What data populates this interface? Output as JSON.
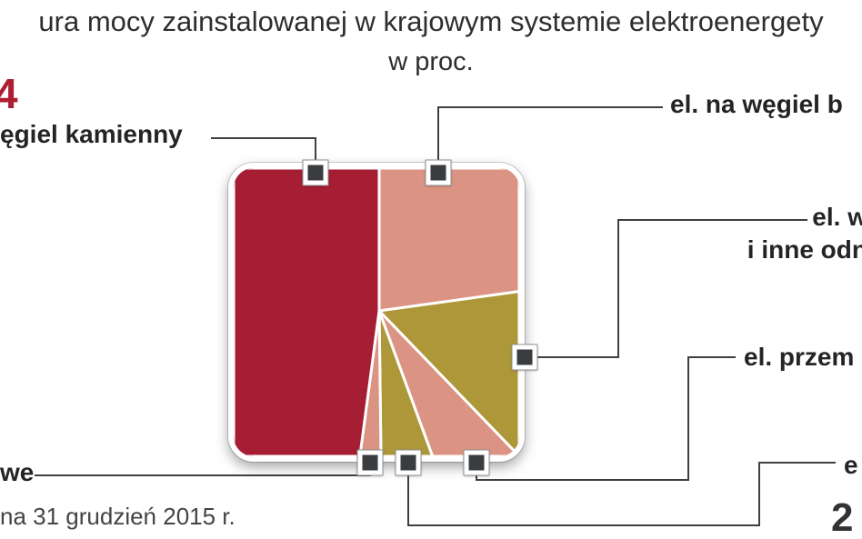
{
  "title": {
    "line1": "ura mocy zainstalowanej w krajowym systemie elektroenergety",
    "line2": "w proc."
  },
  "value_fragments": {
    "top_left_red": "4",
    "bottom_right": "2"
  },
  "labels": {
    "coal_hard": "ęgiel kamienny",
    "coal_brown": "el. na węgiel b",
    "wind_line1": "el. w",
    "wind_line2": "i inne odn",
    "industrial": "el. przem",
    "bottom_left": "we",
    "bottom_right": "e"
  },
  "footnote": "na 31 grudzień 2015 r.",
  "colors": {
    "red": "#a51e33",
    "salmon": "#db9483",
    "olive": "#ae9738",
    "value_red": "#ae1e33",
    "connector": "#3f3f3f",
    "marker": "#3a3d40"
  },
  "chart_data": {
    "type": "pie",
    "variant": "square-pie (slices radiate from center of rounded square, clockwise from 12 o'clock)",
    "title": "ura mocy zainstalowanej w krajowym systemie elektroenergety",
    "subtitle": "w proc.",
    "legend_position": "callout labels with elbow connectors and square markers on chart border",
    "segments": [
      {
        "label_visible": "el. na węgiel b",
        "estimated_pct": 22.8,
        "color": "#db9483"
      },
      {
        "label_visible": "el. w / i inne odn",
        "estimated_pct": 15.0,
        "color": "#ae9738"
      },
      {
        "label_visible": "el. przem",
        "estimated_pct": 6.6,
        "color": "#db9483"
      },
      {
        "label_visible": "e",
        "estimated_pct": 5.4,
        "color": "#ae9738"
      },
      {
        "label_visible": "we",
        "estimated_pct": 2.3,
        "color": "#db9483"
      },
      {
        "label_visible": "ęgiel kamienny",
        "estimated_pct": 47.9,
        "color": "#a51e33"
      }
    ],
    "annotations": [
      {
        "text": "4",
        "note": "partial red value fragment, top-left"
      },
      {
        "text": "2",
        "note": "partial dark value fragment, bottom-right"
      },
      {
        "text": "na 31 grudzień 2015 r.",
        "note": "date footnote, bottom-left"
      }
    ]
  }
}
